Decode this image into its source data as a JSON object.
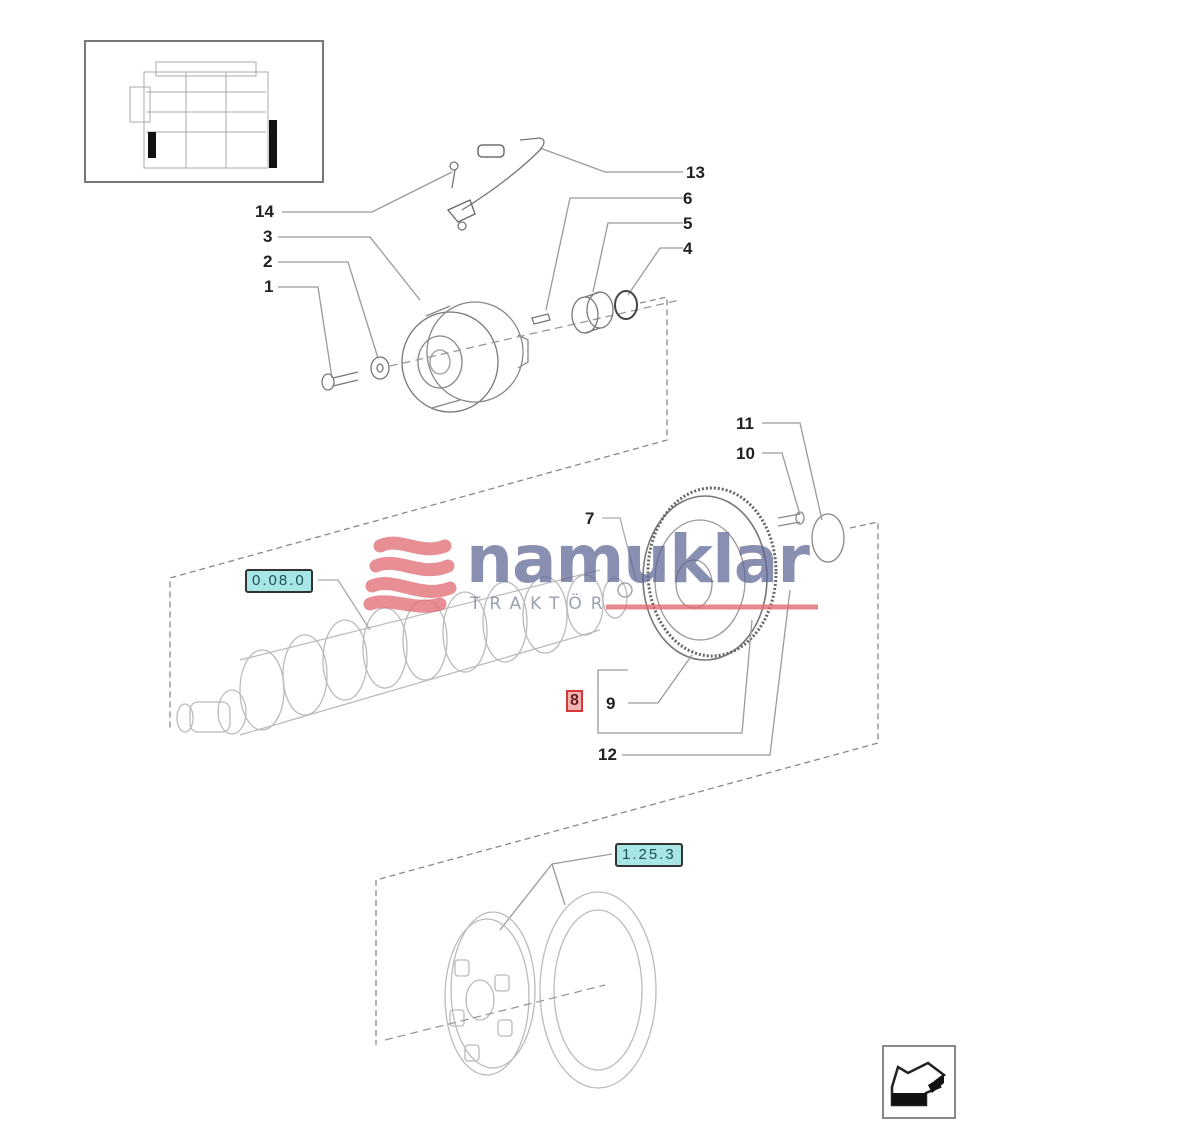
{
  "diagram": {
    "type": "exploded-parts-diagram",
    "subject": "Engine crankshaft front pulley, flywheel and clutch assembly",
    "callouts": [
      {
        "id": "1",
        "label": "1"
      },
      {
        "id": "2",
        "label": "2"
      },
      {
        "id": "3",
        "label": "3"
      },
      {
        "id": "4",
        "label": "4"
      },
      {
        "id": "5",
        "label": "5"
      },
      {
        "id": "6",
        "label": "6"
      },
      {
        "id": "7",
        "label": "7"
      },
      {
        "id": "8",
        "label": "8",
        "highlighted": true
      },
      {
        "id": "9",
        "label": "9"
      },
      {
        "id": "10",
        "label": "10"
      },
      {
        "id": "11",
        "label": "11"
      },
      {
        "id": "12",
        "label": "12"
      },
      {
        "id": "13",
        "label": "13"
      },
      {
        "id": "14",
        "label": "14"
      }
    ],
    "references": [
      {
        "id": "ref-crankshaft",
        "label": "0.08.0"
      },
      {
        "id": "ref-clutch",
        "label": "1.25.3"
      }
    ],
    "highlight_color": "#d23a3a",
    "reference_color": "#a8e6e6"
  },
  "watermark": {
    "brand": "namuklar",
    "tagline": "TRAKTÖR",
    "brand_color": "#5a6491",
    "accent_color": "#e06a72"
  },
  "thumbnail": {
    "label": "engine-overview"
  },
  "navigation": {
    "button": "previous-page"
  }
}
